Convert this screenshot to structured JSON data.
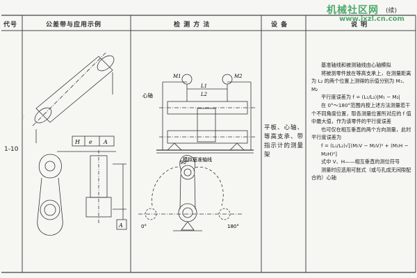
{
  "watermark": {
    "title": "机械社区网",
    "domain": "www.jxzl.cn.com"
  },
  "header": {
    "continued": "(续)",
    "code": "代号",
    "example": "公差带与应用示例",
    "method": "检 测 方 法",
    "equipment": "设 备",
    "remarks": "说 明"
  },
  "row": {
    "code": "1-10",
    "frame_symbols": [
      "H",
      "e",
      "A"
    ],
    "datum_label": "A",
    "method_labels": {
      "mandrel": "心轴",
      "base_line": "模拟基准轴线",
      "m1": "M1",
      "m2": "M2",
      "l1": "L1",
      "l2": "L2",
      "angle_top": "90°",
      "angle_left": "0°",
      "angle_right": "180°"
    },
    "equipment": "平板、心轴、等高支承、带指示计的测量架",
    "remarks": [
      "基准轴线和被测轴线由心轴模拟",
      "将被测零件放在等高支承上，在测量距离为 L₂ 的两个位置上测得的示值分别为 M₁、M₂",
      "平行度误差为 f = (L₁/L₂)|M₁ − M₂|",
      "在 0°～180°范围内按上述方法测量若干个不同角度位置，取各测量位置所对应的 f 值中最大值，作为该零件的平行度误差",
      "也可仅在相互垂直的两个方向测量，此时平行度误差为",
      "f = (L₁/L₂)√[(M₁V − M₂V)² + (M₁H − M₂H)²]",
      "式中  V、H——相互垂直的测位符号",
      "测量时应选用可胀式（或与孔成无间隙配合的）心轴"
    ]
  }
}
